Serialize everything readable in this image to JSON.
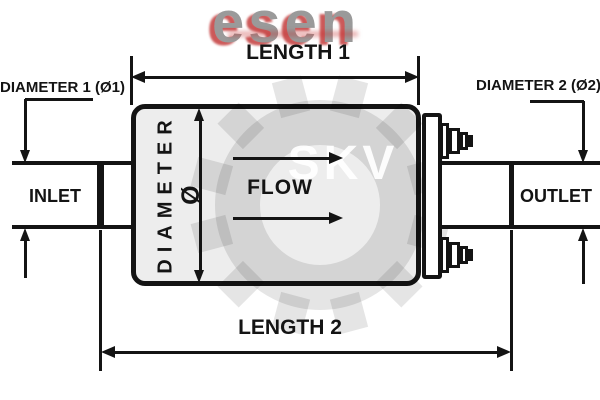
{
  "brand": {
    "logo_text": "esen",
    "watermark_text": "SKV"
  },
  "labels": {
    "length1": "LENGTH 1",
    "length2": "LENGTH 2",
    "diameter1": "DIAMETER 1 (Ø1)",
    "diameter2": "DIAMETER 2 (Ø2)",
    "inlet": "INLET",
    "outlet": "OUTLET",
    "flow": "FLOW",
    "diameter_axis": "DIAMETER",
    "diameter_symbol": "Ø"
  },
  "colors": {
    "line": "#141414",
    "body_fill": "#ededed",
    "logo_gray": "#9a9a9a",
    "logo_red": "#c03030",
    "watermark_gray": "rgba(0,0,0,0.10)",
    "watermark_text_color": "rgba(255,255,255,0.93)"
  }
}
